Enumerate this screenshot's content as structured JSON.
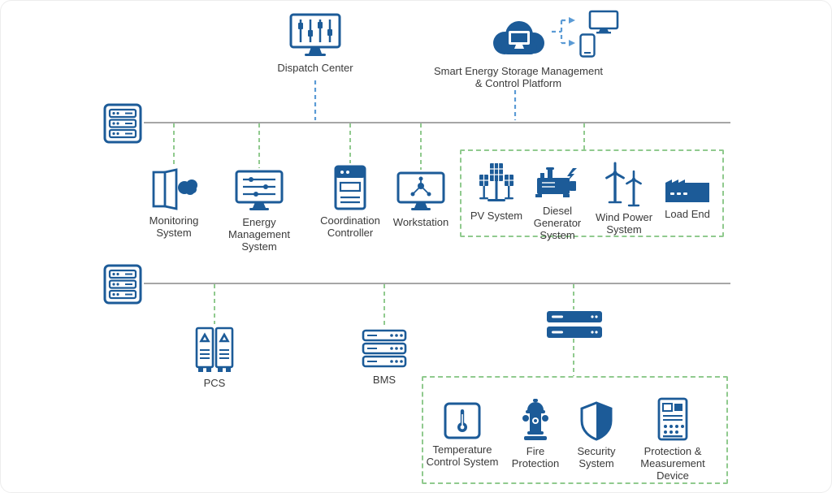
{
  "colors": {
    "icon_blue": "#1c5b98",
    "dashed_blue": "#5b9bd5",
    "dashed_green": "#90ca8e",
    "bus_gray": "#a6a6a6",
    "label_text": "#3a3a3a"
  },
  "nodes": {
    "dispatch_center": {
      "label": "Dispatch Center"
    },
    "smart_platform": {
      "label": "Smart Energy Storage Management & Control Platform",
      "lines": [
        "Smart Energy Storage Management",
        "& Control Platform"
      ]
    },
    "monitoring_system": {
      "label": "Monitoring System"
    },
    "energy_management_system": {
      "label": "Energy Management System"
    },
    "coordination_controller": {
      "label": "Coordination Controller"
    },
    "workstation": {
      "label": "Workstation"
    },
    "pv_system": {
      "label": "PV System"
    },
    "diesel_generator_system": {
      "label": "Diesel Generator System"
    },
    "wind_power_system": {
      "label": "Wind Power System"
    },
    "load_end": {
      "label": "Load End"
    },
    "pcs": {
      "label": "PCS"
    },
    "bms": {
      "label": "BMS"
    },
    "temperature_control_system": {
      "label": "Temperature Control System"
    },
    "fire_protection": {
      "label": "Fire Protection"
    },
    "security_system": {
      "label": "Security System"
    },
    "protection_measurement_device": {
      "label": "Protection & Measurement Device"
    }
  }
}
